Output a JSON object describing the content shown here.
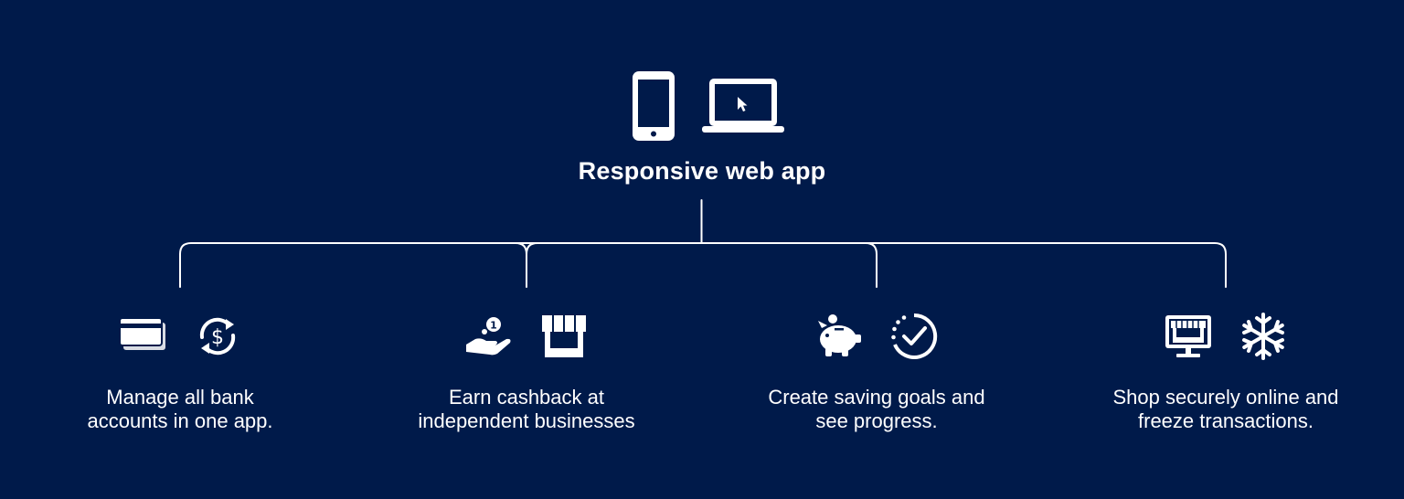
{
  "title": "Responsive web app",
  "top_icons": [
    "mobile-phone-icon",
    "laptop-cursor-icon"
  ],
  "features": [
    {
      "lines": [
        "Manage all bank",
        "accounts in one app."
      ],
      "icons": [
        "credit-cards-icon",
        "currency-exchange-icon"
      ]
    },
    {
      "lines": [
        "Earn cashback at",
        "independent businesses"
      ],
      "icons": [
        "hand-coin-icon",
        "storefront-icon"
      ]
    },
    {
      "lines": [
        "Create saving goals and",
        "see progress."
      ],
      "icons": [
        "piggy-bank-icon",
        "progress-check-icon"
      ]
    },
    {
      "lines": [
        "Shop securely online and",
        "freeze transactions."
      ],
      "icons": [
        "online-shop-monitor-icon",
        "snowflake-icon"
      ]
    }
  ],
  "colors": {
    "background": "#001a4a",
    "foreground": "#ffffff"
  }
}
